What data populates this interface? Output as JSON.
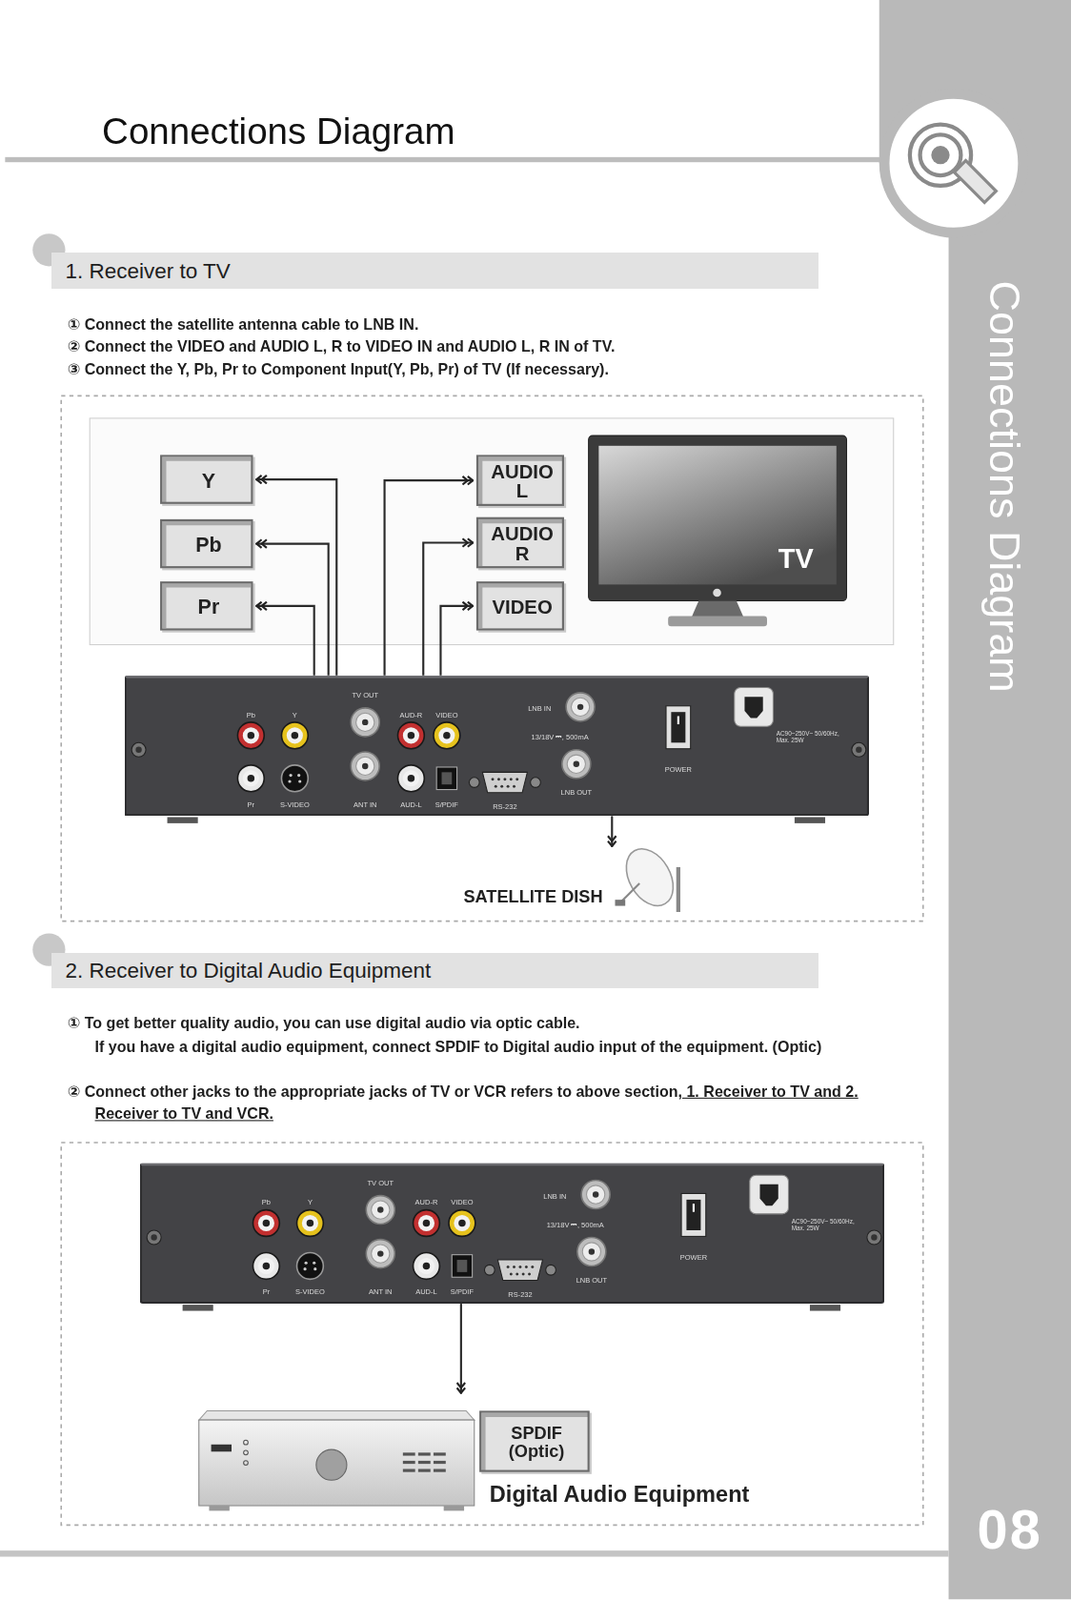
{
  "diagram": {
    "title": "Connections Diagram",
    "nodes": [
      {
        "text": [
          "1. Receiver to TV"
        ]
      },
      {
        "text": [
          "Y"
        ]
      },
      {
        "text": [
          "Pb"
        ]
      },
      {
        "text": [
          "Pr"
        ]
      },
      {
        "text": [
          "AUDIO L"
        ]
      },
      {
        "text": [
          "AUDIO R"
        ]
      },
      {
        "text": [
          "VIDEO"
        ]
      },
      {
        "text": [
          "TV"
        ]
      },
      {
        "text": [
          "Pb",
          "Y",
          "Pr",
          "S-VIDEO",
          "TV OUT",
          "ANT IN",
          "AUD-R",
          "VIDEO",
          "AUD-L",
          "S/PDIF",
          "RS-232",
          "LNB IN",
          "13/18V ⎓, 500mA",
          "LNB OUT",
          "POWER",
          "AC90~250V~ 50/60Hz, Max. 25W"
        ]
      },
      {
        "text": [
          "SATELLITE DISH"
        ]
      },
      {
        "text": [
          "2. Receiver to Digital Audio Equipment"
        ]
      },
      {
        "text": [
          "Pb",
          "Y",
          "Pr",
          "S-VIDEO",
          "TV OUT",
          "ANT IN",
          "AUD-R",
          "VIDEO",
          "AUD-L",
          "S/PDIF",
          "RS-232",
          "LNB IN",
          "13/18V ⎓, 500mA",
          "LNB OUT",
          "POWER",
          "AC90~250V~ 50/60Hz, Max. 25W"
        ]
      },
      {
        "text": [
          "Digital Audio Equipment"
        ]
      },
      {
        "text": [
          "SPDIF (Optic)"
        ],
        "in": 12
      }
    ],
    "edges": [
      {
        "from": 8,
        "to": 1,
        "arrow": "to"
      },
      {
        "from": 8,
        "to": 2,
        "arrow": "to"
      },
      {
        "from": 8,
        "to": 3,
        "arrow": "to"
      },
      {
        "from": 8,
        "to": 4,
        "arrow": "to"
      },
      {
        "from": 8,
        "to": 5,
        "arrow": "to"
      },
      {
        "from": 8,
        "to": 6,
        "arrow": "to"
      },
      {
        "from": 8,
        "to": 9,
        "arrow": "to"
      },
      {
        "from": 11,
        "to": 12,
        "arrow": "to"
      }
    ],
    "labels": [
      "Connections Diagram",
      "① Connect the satellite antenna cable to LNB IN.",
      "② Connect the VIDEO and AUDIO L, R to VIDEO IN and AUDIO L, R IN of TV.",
      "③ Connect the Y, Pb, Pr to Component Input(Y, Pb, Pr) of TV (If necessary).",
      "① To get better quality audio, you can use digital audio via optic cable.",
      "If you have a digital audio equipment, connect SPDIF to Digital audio input of the equipment. (Optic)",
      "② Connect other jacks to the appropriate jacks of TV or VCR refers to above section,",
      "1. Receiver to TV and 2. Receiver to TV and VCR.",
      "08"
    ]
  }
}
